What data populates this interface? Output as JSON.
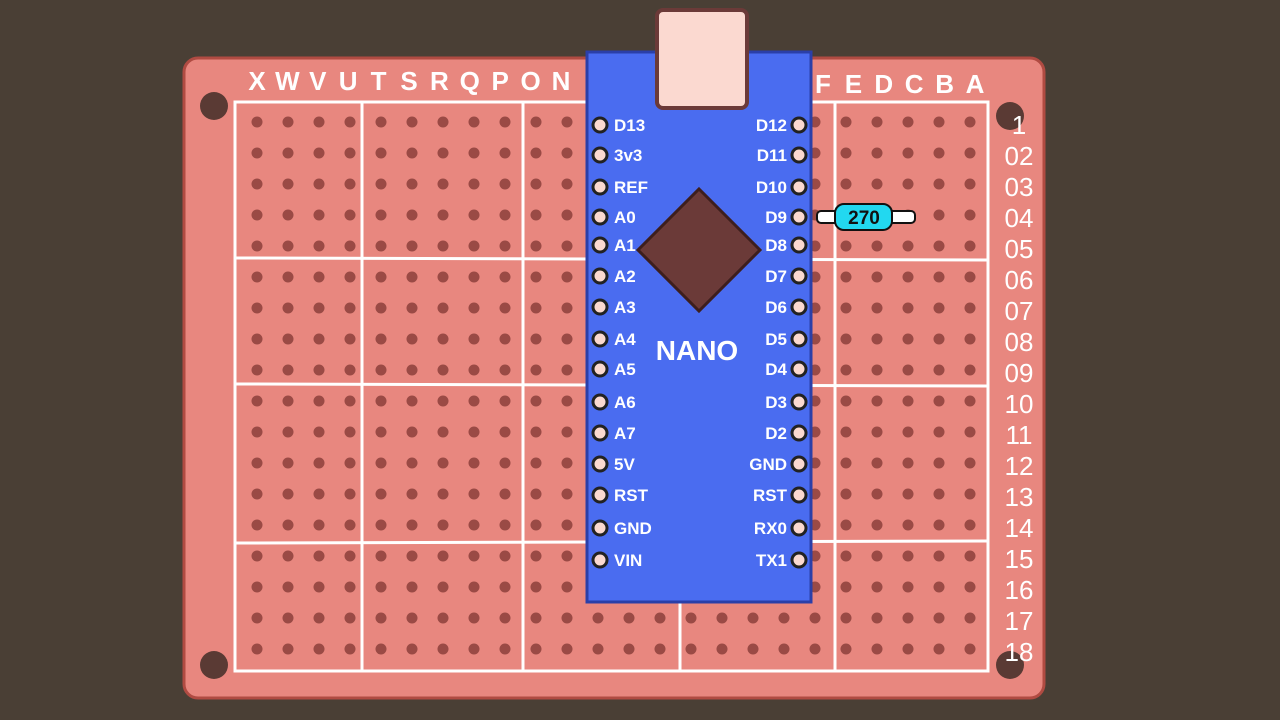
{
  "colors": {
    "background": "#4a3f35",
    "board": "#e8877f",
    "board_border": "#b04b42",
    "hole": "#9a4a45",
    "grid_line": "#ffffff",
    "nano_body": "#4a6cf0",
    "nano_border": "#2b3fa8",
    "chip": "#6b3a38",
    "usb": "#fbd9d0",
    "resistor": "#22d8f0"
  },
  "board": {
    "column_letters_left": [
      "X",
      "W",
      "V",
      "U",
      "T",
      "S",
      "R",
      "Q",
      "P",
      "O",
      "N"
    ],
    "column_letters_right": [
      "F",
      "E",
      "D",
      "C",
      "B",
      "A"
    ],
    "row_numbers": [
      "1",
      "02",
      "03",
      "04",
      "05",
      "06",
      "07",
      "08",
      "09",
      "10",
      "11",
      "12",
      "13",
      "14",
      "15",
      "16",
      "17",
      "18"
    ]
  },
  "nano": {
    "label": "NANO",
    "left_pins": [
      "D13",
      "3v3",
      "REF",
      "A0",
      "A1",
      "A2",
      "A3",
      "A4",
      "A5",
      "A6",
      "A7",
      "5V",
      "RST",
      "GND",
      "VIN"
    ],
    "right_pins": [
      "D12",
      "D11",
      "D10",
      "D9",
      "D8",
      "D7",
      "D6",
      "D5",
      "D4",
      "D3",
      "D2",
      "GND",
      "RST",
      "RX0",
      "TX1"
    ]
  },
  "resistor": {
    "label": "270"
  }
}
